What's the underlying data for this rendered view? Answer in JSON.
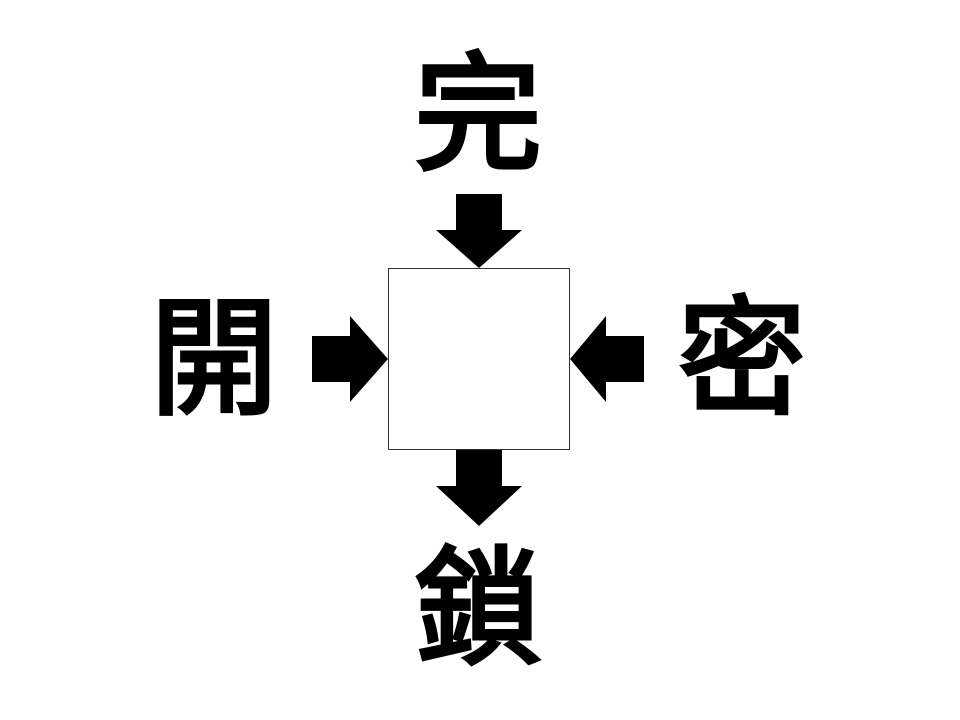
{
  "puzzle": {
    "top_kanji": "完",
    "left_kanji": "開",
    "right_kanji": "密",
    "bottom_kanji": "鎖",
    "answer": ""
  },
  "colors": {
    "text": "#000000",
    "arrow": "#000000",
    "box_border": "#333333",
    "background": "#ffffff"
  }
}
